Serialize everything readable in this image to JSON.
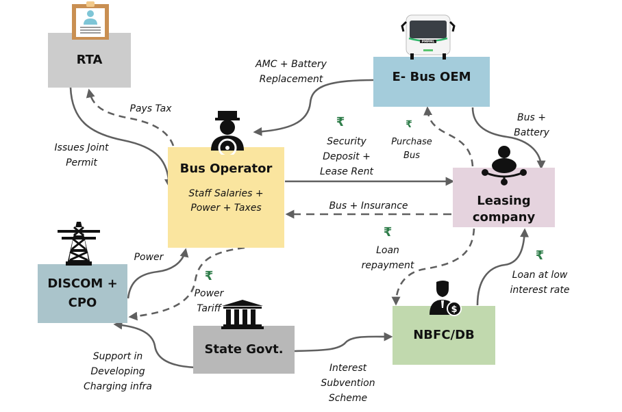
{
  "colors": {
    "rta": "#cccccc",
    "oem": "#a4ccdb",
    "operator": "#fae59f",
    "leasing": "#e5d3de",
    "discom": "#aac4cb",
    "govt": "#b8b8b8",
    "nbfc": "#c1d9ae",
    "arrow": "#5f5f5f",
    "rupee": "#2f7d4a"
  },
  "nodes": {
    "rta": {
      "label": "RTA",
      "icon": "clipboard-icon"
    },
    "oem": {
      "label": "E- Bus OEM",
      "icon": "electric-bus-icon",
      "bus_plate": "PMPML"
    },
    "operator": {
      "label": "Bus Operator",
      "sub_line1": "Staff Salaries +",
      "sub_line2": "Power + Taxes",
      "icon": "bus-driver-icon"
    },
    "leasing": {
      "label_line1": "Leasing",
      "label_line2": "company",
      "icon": "network-person-icon"
    },
    "discom": {
      "label_line1": "DISCOM +",
      "label_line2": "CPO",
      "icon": "power-tower-icon"
    },
    "govt": {
      "label": "State Govt.",
      "icon": "government-building-icon"
    },
    "nbfc": {
      "label": "NBFC/DB",
      "icon": "banker-icon"
    }
  },
  "edges": {
    "issues_permit": {
      "line1": "Issues Joint",
      "line2": "Permit",
      "from": "RTA",
      "to": "Bus Operator",
      "style": "solid"
    },
    "pays_tax": {
      "line1": "Pays  Tax",
      "from": "Bus Operator",
      "to": "RTA",
      "style": "dashed"
    },
    "amc": {
      "line1": "AMC + Battery",
      "line2": "Replacement",
      "from": "E- Bus OEM",
      "to": "Bus Operator",
      "style": "solid"
    },
    "security_deposit": {
      "line1": "Security",
      "line2": "Deposit +",
      "line3": "Lease Rent",
      "from": "Bus Operator",
      "to": "Leasing company",
      "style": "solid",
      "money": true
    },
    "purchase_bus": {
      "line1": "Purchase",
      "line2": "Bus",
      "from": "Leasing company",
      "to": "E- Bus OEM",
      "style": "dashed",
      "money": true
    },
    "bus_battery": {
      "line1": "Bus +",
      "line2": "Battery",
      "from": "E- Bus OEM",
      "to": "Leasing company",
      "style": "solid"
    },
    "bus_insurance": {
      "line1": "Bus + Insurance",
      "from": "Leasing company",
      "to": "Bus Operator",
      "style": "dashed"
    },
    "loan_repayment": {
      "line1": "Loan",
      "line2": "repayment",
      "from": "Leasing company",
      "to": "NBFC/DB",
      "style": "dashed",
      "money": true
    },
    "loan_low_interest": {
      "line1": "Loan at low",
      "line2": "interest rate",
      "from": "NBFC/DB",
      "to": "Leasing company",
      "style": "solid",
      "money": true
    },
    "power": {
      "line1": "Power",
      "from": "DISCOM + CPO",
      "to": "Bus Operator",
      "style": "solid"
    },
    "power_tariff": {
      "line1": "Power",
      "line2": "Tariff",
      "from": "Bus Operator",
      "to": "DISCOM + CPO",
      "style": "dashed",
      "money": true
    },
    "support_infra": {
      "line1": "Support in",
      "line2": "Developing",
      "line3": "Charging infra",
      "from": "State Govt.",
      "to": "DISCOM + CPO",
      "style": "solid"
    },
    "interest_subvention": {
      "line1": "Interest",
      "line2": "Subvention",
      "line3": "Scheme",
      "from": "State Govt.",
      "to": "NBFC/DB",
      "style": "solid"
    }
  },
  "currency_symbol": "₹"
}
